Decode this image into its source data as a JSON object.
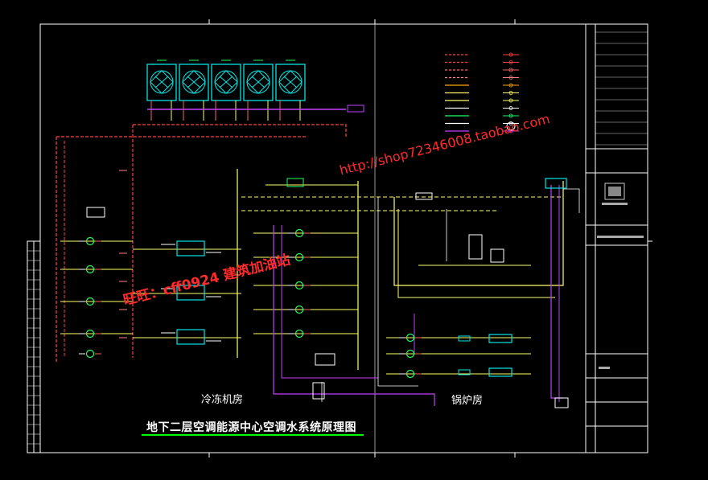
{
  "drawing": {
    "main_title": "地下二层空调能源中心空调水系统原理图",
    "rooms": {
      "chiller_room": "冷冻机房",
      "boiler_room": "锅炉房"
    }
  },
  "watermark": {
    "url": "http://shop72346008.taobao.com",
    "text": "旺旺：cff0924  建筑加油站"
  },
  "colors": {
    "background": "#000000",
    "frame": "#ffffff",
    "cooling_tower": "#00e5e5",
    "chilled_water": "#ffff66",
    "cooling_water_dashed": "#ff4040",
    "condenser_purple": "#c040ff",
    "pump_green": "#20ff60",
    "watermark": "#ff2a2a",
    "title_underline": "#00ff00"
  },
  "legend": {
    "line_count": 11,
    "line_colors": [
      "#ff4040",
      "#ff4040",
      "#ff6060",
      "#ff8080",
      "#ffaa00",
      "#ffff66",
      "#ffff66",
      "#ffffff",
      "#20ff60",
      "#ffffff",
      "#c040ff"
    ]
  },
  "equipment": {
    "cooling_towers": 5,
    "chillers": 3,
    "boilers": 2
  }
}
